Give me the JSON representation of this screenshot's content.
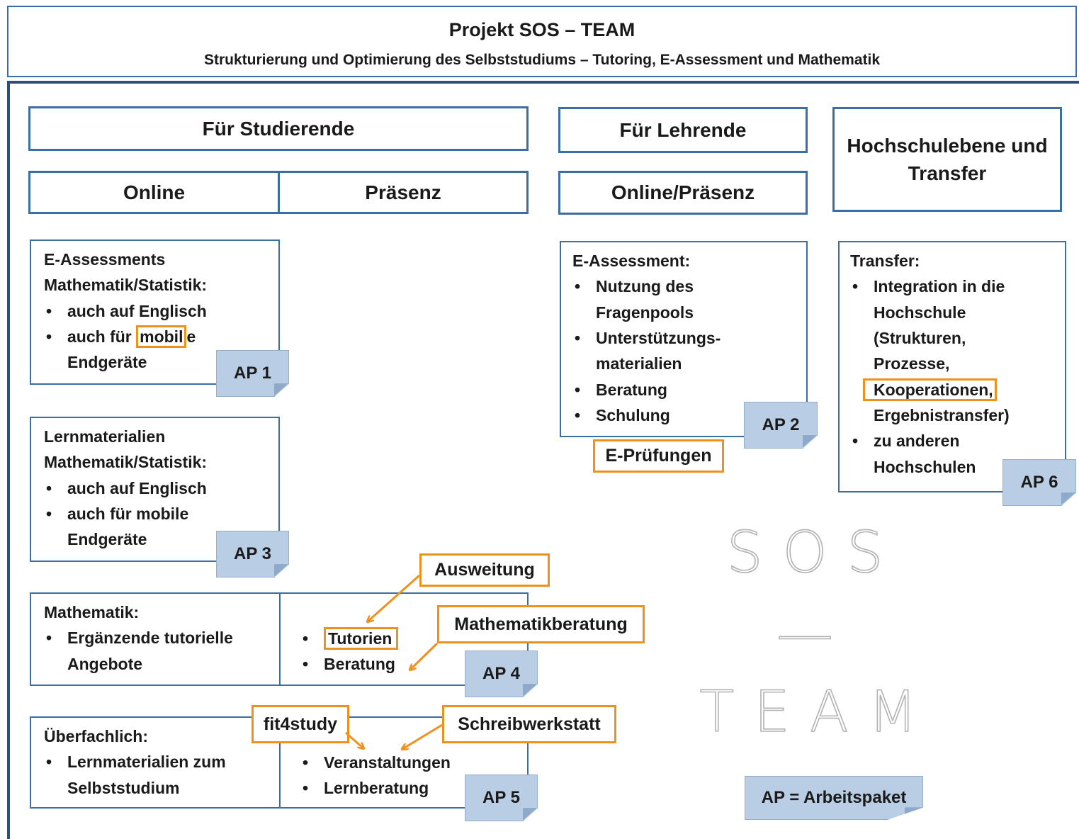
{
  "header": {
    "title": "Projekt SOS – TEAM",
    "subtitle": "Strukturierung und Optimierung des Selbststudiums – Tutoring,  E-Assessment und Mathematik"
  },
  "columns": {
    "studierende": "Für Studierende",
    "online": "Online",
    "praesenz": "Präsenz",
    "lehrende": "Für Lehrende",
    "online_praesenz": "Online/Präsenz",
    "hochschule": "Hochschulebene und Transfer"
  },
  "ap1": {
    "heading1": "E-Assessments",
    "heading2": "Mathematik/Statistik:",
    "item1": "auch auf Englisch",
    "item2_pre": "auch für ",
    "item2_hl": "mobil",
    "item2_post": "e",
    "item2_line2": "Endgeräte",
    "tag": "AP 1"
  },
  "ap3": {
    "heading1": "Lernmaterialien",
    "heading2": "Mathematik/Statistik:",
    "item1": "auch auf Englisch",
    "item2": "auch für mobile",
    "item2_line2": "Endgeräte",
    "tag": "AP 3"
  },
  "ap4": {
    "heading": "Mathematik:",
    "item1": "Ergänzende tutorielle",
    "item1_line2": "Angebote",
    "right1": "Tutorien",
    "right2": "Beratung",
    "tag": "AP 4"
  },
  "ap5": {
    "heading": "Überfachlich:",
    "item1": "Lernmaterialien zum",
    "item1_line2": "Selbststudium",
    "right1": "Veranstaltungen",
    "right2": "Lernberatung",
    "tag": "AP 5"
  },
  "ap2": {
    "heading": "E-Assessment:",
    "item1": "Nutzung des",
    "item1_line2": "Fragenpools",
    "item2": "Unterstützungs-",
    "item2_line2": "materialien",
    "item3": "Beratung",
    "item4": "Schulung",
    "tag": "AP 2"
  },
  "ap6": {
    "heading": "Transfer:",
    "item1": "Integration in die",
    "item1_l2": "Hochschule",
    "item1_l3": "(Strukturen,",
    "item1_l4": "Prozesse,",
    "item1_l5": "Kooperationen,",
    "item1_l6": "Ergebnistransfer)",
    "item2": "zu anderen",
    "item2_line2": "Hochschulen",
    "tag": "AP 6"
  },
  "callouts": {
    "ausweitung": "Ausweitung",
    "mathematikberatung": "Mathematikberatung",
    "fit4study": "fit4study",
    "schreibwerkstatt": "Schreibwerkstatt",
    "e_pruefungen": "E-Prüfungen"
  },
  "logo": {
    "line1": "SOS",
    "line2": "—",
    "line3": "TEAM"
  },
  "legend": "AP = Arbeitspaket",
  "colors": {
    "border_blue": "#3a6fa5",
    "tag_fill": "#b9cde4",
    "highlight_orange": "#f0901d"
  }
}
